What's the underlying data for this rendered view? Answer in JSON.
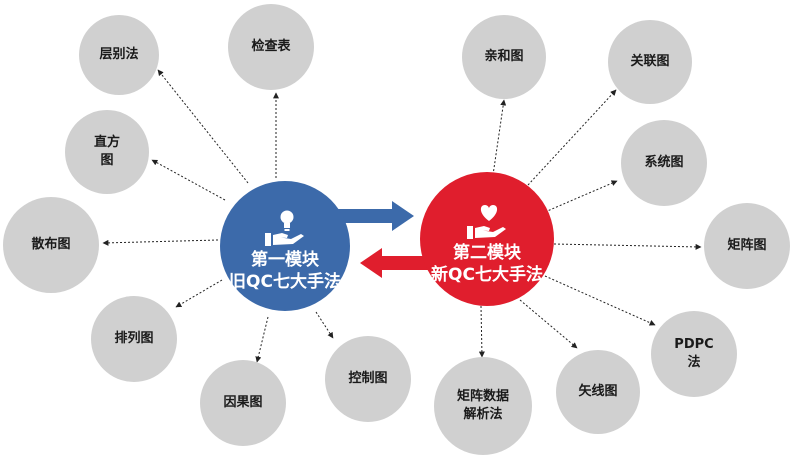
{
  "colors": {
    "left_hub": "#3c6aaa",
    "right_hub": "#e01e2d",
    "satellite": "#d0d0d0"
  },
  "left_hub": {
    "line1": "第一模块",
    "line2": "旧QC七大手法",
    "icon": "hand-holding-lightbulb-icon"
  },
  "right_hub": {
    "line1": "第二模块",
    "line2": "新QC七大手法",
    "icon": "hand-holding-heart-icon"
  },
  "old_tools": [
    {
      "id": "stratification",
      "label": "层别法"
    },
    {
      "id": "checksheet",
      "label": "检查表"
    },
    {
      "id": "histogram",
      "label": "直方\n图"
    },
    {
      "id": "scatter",
      "label": "散布图"
    },
    {
      "id": "pareto",
      "label": "排列图"
    },
    {
      "id": "cause",
      "label": "因果图"
    },
    {
      "id": "control",
      "label": "控制图"
    }
  ],
  "new_tools": [
    {
      "id": "affinity",
      "label": "亲和图"
    },
    {
      "id": "relation",
      "label": "关联图"
    },
    {
      "id": "system",
      "label": "系统图"
    },
    {
      "id": "matrix",
      "label": "矩阵图"
    },
    {
      "id": "pdpc",
      "label": "PDPC\n法"
    },
    {
      "id": "arrow",
      "label": "矢线图"
    },
    {
      "id": "matrixdata",
      "label": "矩阵数据\n解析法"
    }
  ]
}
